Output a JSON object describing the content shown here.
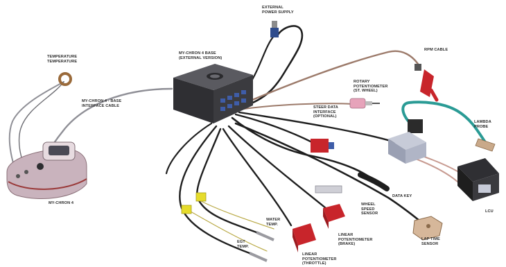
{
  "labels": {
    "external_power_supply": [
      "EXTERNAL",
      "POWER SUPPLY"
    ],
    "main_unit": [
      "MY-CHRON 4 BASE",
      "(EXTERNAL VERSION)"
    ],
    "temp_sensor": [
      "TEMPERATURE",
      "TEMPERATURE"
    ],
    "interface_cable": [
      "MY-CHRON 4 - BASE",
      "INTERFACE CABLE"
    ],
    "rpm_cable": [
      "RPM CABLE"
    ],
    "rotary_potentiometer": [
      "ROTARY",
      "POTENTIOMETER",
      "(ST. WHEEL)"
    ],
    "steer_data": [
      "STEER DATA",
      "INTERFACE",
      "(OPTIONAL)"
    ],
    "lambda_probe": [
      "LAMBDA",
      "PROBE"
    ],
    "data_key": [
      "DATA KEY"
    ],
    "lcu": [
      "LCU"
    ],
    "mychron4": [
      "MY-CHRON 4"
    ],
    "water_temp": [
      "WATER",
      "TEMP."
    ],
    "wheel_speed": [
      "WHEEL",
      "SPEED",
      "SENSOR"
    ],
    "linear_pot_brake": [
      "LINEAR",
      "POTENTIOMETER",
      "(BRAKE)"
    ],
    "lap_time_sensor": [
      "LAP TIME",
      "SENSOR"
    ],
    "egt_temp": [
      "EGT",
      "TEMP."
    ],
    "linear_pot_throttle": [
      "LINEAR",
      "POTENTIOMETER",
      "(THROTTLE)"
    ]
  },
  "colors": {
    "cable_dark": "#1e1e1e",
    "cable_grey": "#8f8f96",
    "cable_brown": "#9c7a6a",
    "unit_body": "#3b3b3f",
    "connector_blue": "#3f5da8",
    "sensor_red": "#c8252b",
    "lambda_teal": "#2a9b95",
    "sensor_yellow": "#e6dc2c",
    "dash_body": "#c9b3bd",
    "lap_sensor_tan": "#d6b79a",
    "pink_connector": "#e6a3ba"
  }
}
